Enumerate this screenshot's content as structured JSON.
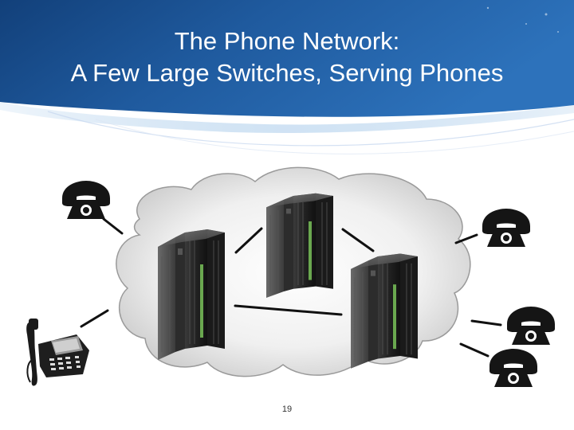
{
  "slide": {
    "title_line1": "The Phone Network:",
    "title_line2": "A Few Large Switches, Serving Phones",
    "page_number": "19"
  },
  "colors": {
    "header_blue": "#1f5a9e",
    "header_light": "#4a8fd4",
    "phone_black": "#151515",
    "switch_led": "#6aa84f"
  },
  "icons": [
    "rotary-phone-icon",
    "desk-phone-icon",
    "server-switch-icon",
    "cloud-icon"
  ]
}
